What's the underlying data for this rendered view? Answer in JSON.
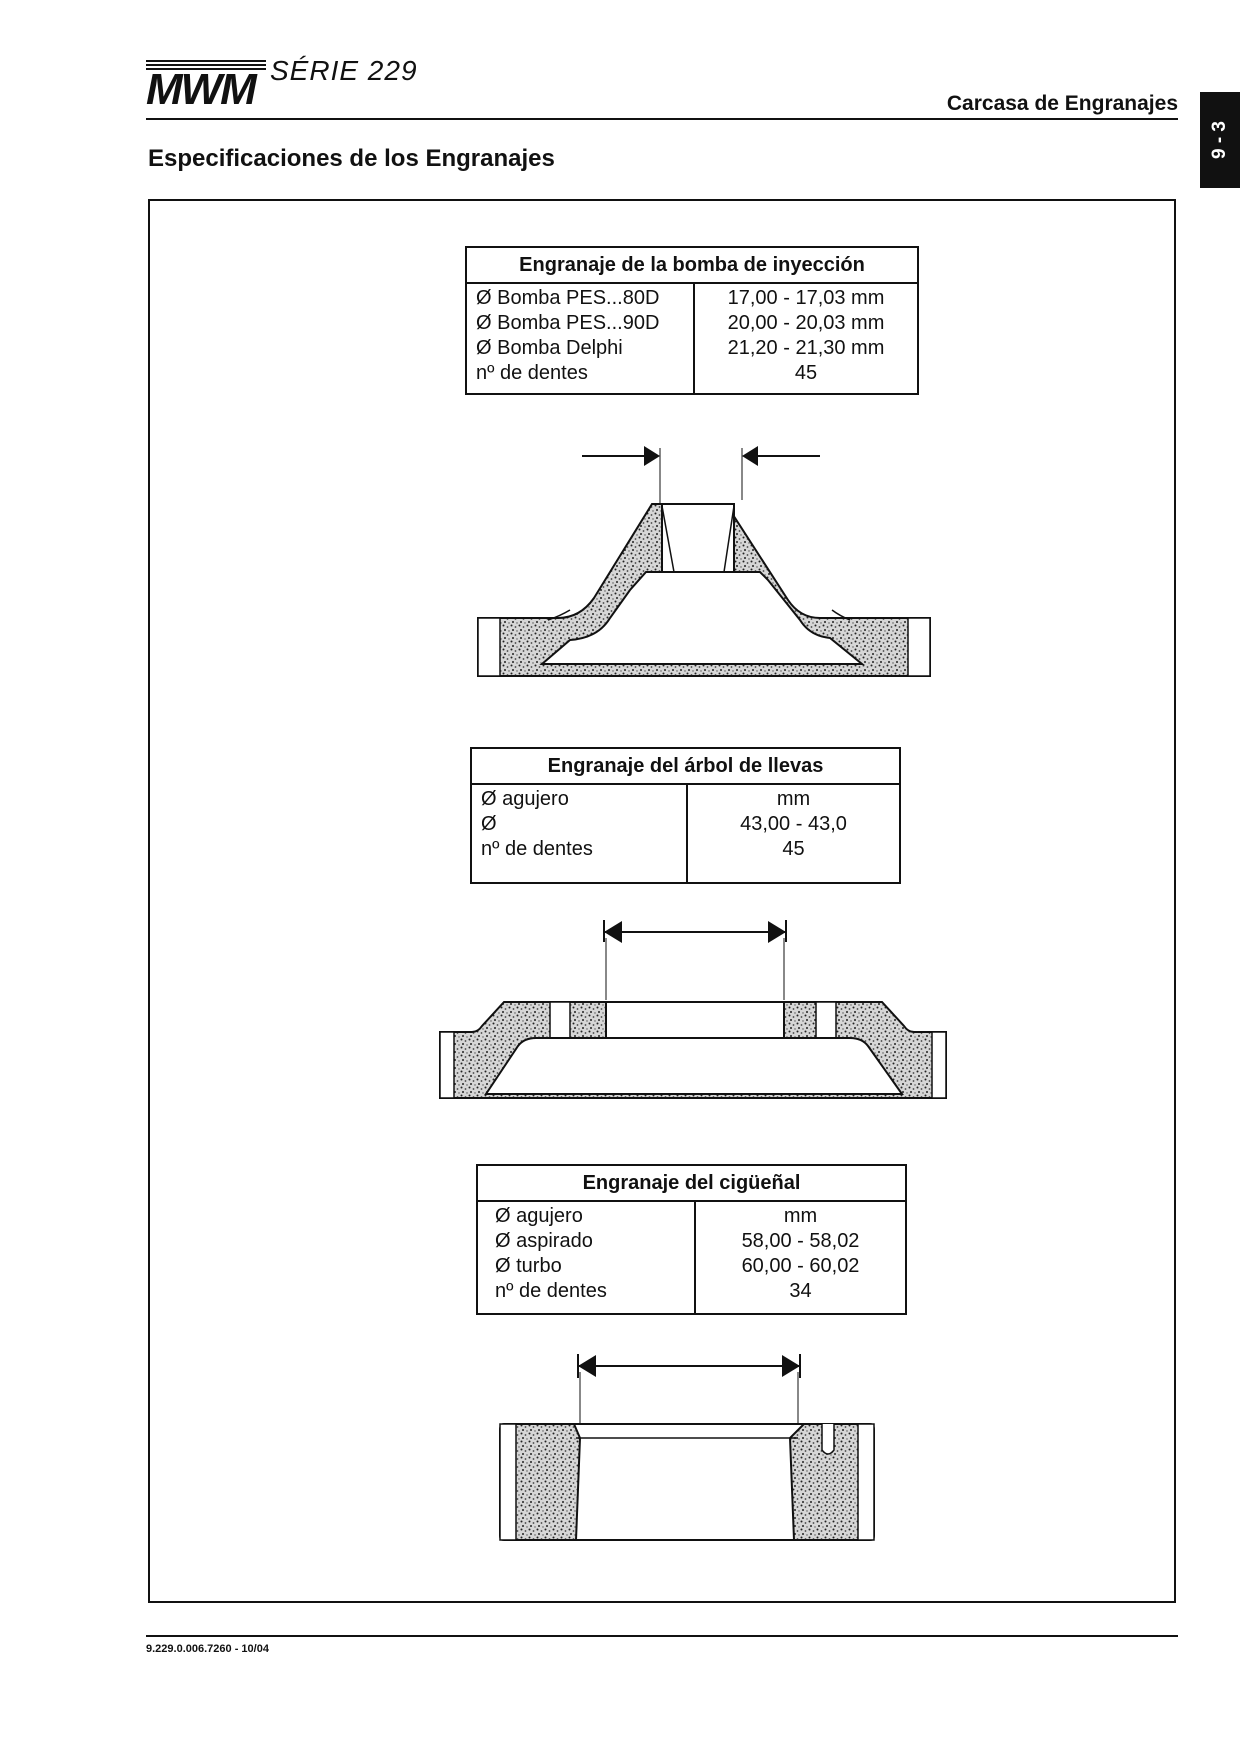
{
  "header": {
    "logo_brand": "MWM",
    "logo_series": "SÉRIE 229",
    "section": "Carcasa de Engranajes",
    "chapter": "9 - 3"
  },
  "page_title": "Especificaciones de los Engranajes",
  "specs": [
    {
      "title": "Engranaje de la bomba de inyección",
      "rows": [
        {
          "label": "Ø Bomba PES...80D",
          "value": "17,00 - 17,03 mm"
        },
        {
          "label": "Ø Bomba PES...90D",
          "value": "20,00 - 20,03 mm"
        },
        {
          "label": "Ø Bomba Delphi",
          "value": "21,20 - 21,30 mm"
        },
        {
          "label": "nº de dentes",
          "value": "45"
        }
      ]
    },
    {
      "title": "Engranaje del árbol de llevas",
      "rows": [
        {
          "label": "Ø agujero",
          "value": "mm"
        },
        {
          "label": "Ø",
          "value": "43,00 - 43,0"
        },
        {
          "label": "nº de dentes",
          "value": "45"
        }
      ]
    },
    {
      "title": "Engranaje del cigüeñal",
      "rows": [
        {
          "label": "Ø agujero",
          "value": "mm"
        },
        {
          "label": "Ø aspirado",
          "value": "58,00 - 58,02"
        },
        {
          "label": "Ø turbo",
          "value": "60,00 - 60,02"
        },
        {
          "label": "nº de dentes",
          "value": "34"
        }
      ]
    }
  ],
  "footer": {
    "doc_code": "9.229.0.006.7260  -  10/04"
  }
}
